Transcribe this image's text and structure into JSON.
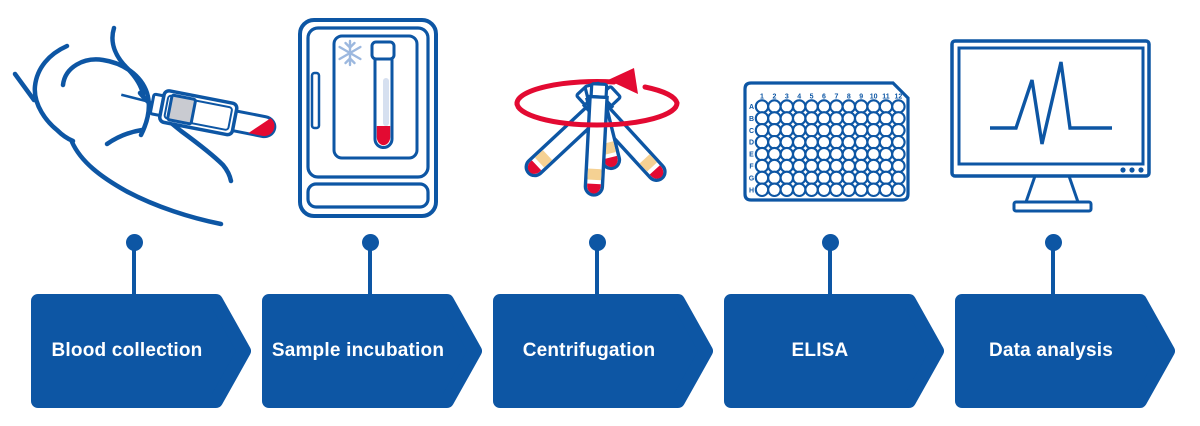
{
  "diagram": {
    "type": "workflow",
    "steps": [
      {
        "id": "blood-collection",
        "label": "Blood collection",
        "icon": "arm-blood-draw-icon"
      },
      {
        "id": "sample-incubation",
        "label": "Sample incubation",
        "icon": "incubator-fridge-icon"
      },
      {
        "id": "centrifugation",
        "label": "Centrifugation",
        "icon": "centrifuge-tubes-icon"
      },
      {
        "id": "elisa",
        "label": "ELISA",
        "icon": "microplate-96-well-icon"
      },
      {
        "id": "data-analysis",
        "label": "Data analysis",
        "icon": "monitor-signal-icon"
      }
    ],
    "elisa_plate": {
      "column_labels": [
        "1",
        "2",
        "3",
        "4",
        "5",
        "6",
        "7",
        "8",
        "9",
        "10",
        "11",
        "12"
      ],
      "row_labels": [
        "A",
        "B",
        "C",
        "D",
        "E",
        "F",
        "G",
        "H"
      ],
      "columns": 12,
      "rows": 8
    },
    "colors": {
      "blue": "#0D56A4",
      "red": "#E30A32",
      "light_blue": "#9CB8DF",
      "pale_blue": "#D6E0F0",
      "tan": "#F5D193",
      "gray": "#C9CBD1",
      "background": "#FFFFFF"
    }
  }
}
